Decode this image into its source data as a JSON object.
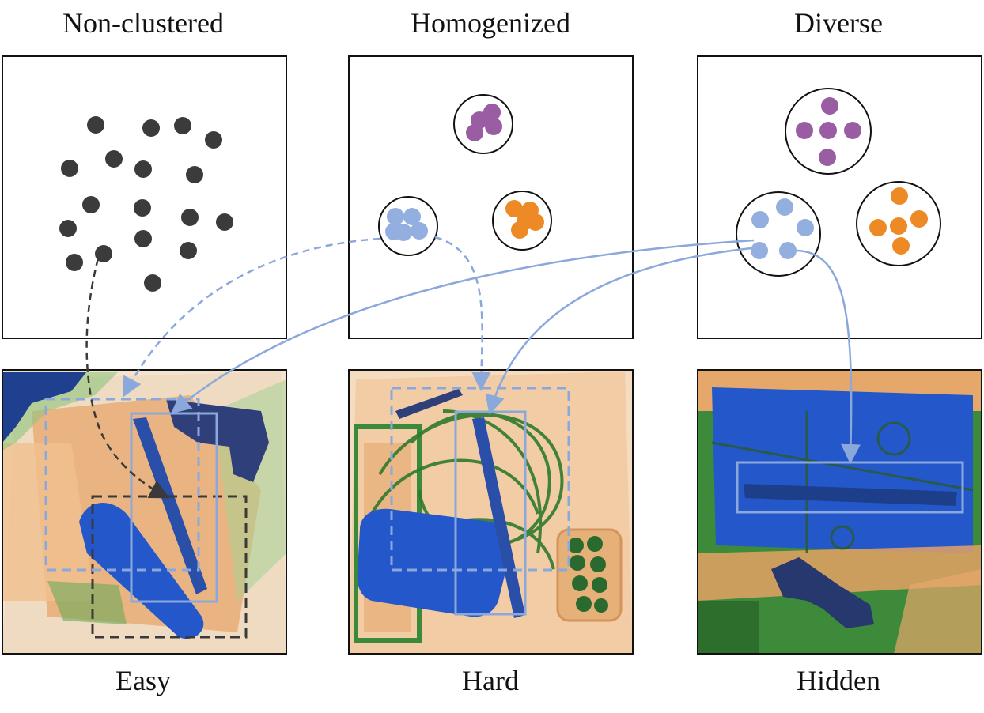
{
  "titles": {
    "col1": "Non-clustered",
    "col2": "Homogenized",
    "col3": "Diverse"
  },
  "labels": {
    "col1": "Easy",
    "col2": "Hard",
    "col3": "Hidden"
  },
  "colors": {
    "dot_dark": "#3b3b3b",
    "cluster_purple": "#9a5ca3",
    "cluster_blue": "#93afe0",
    "cluster_orange": "#ee8a26",
    "arrow_dark": "#3a3a3a",
    "arrow_blue": "#8aa8dc",
    "xray_orange": "#e8a76c",
    "xray_green": "#3f8f3a",
    "xray_blue": "#2457c9"
  }
}
